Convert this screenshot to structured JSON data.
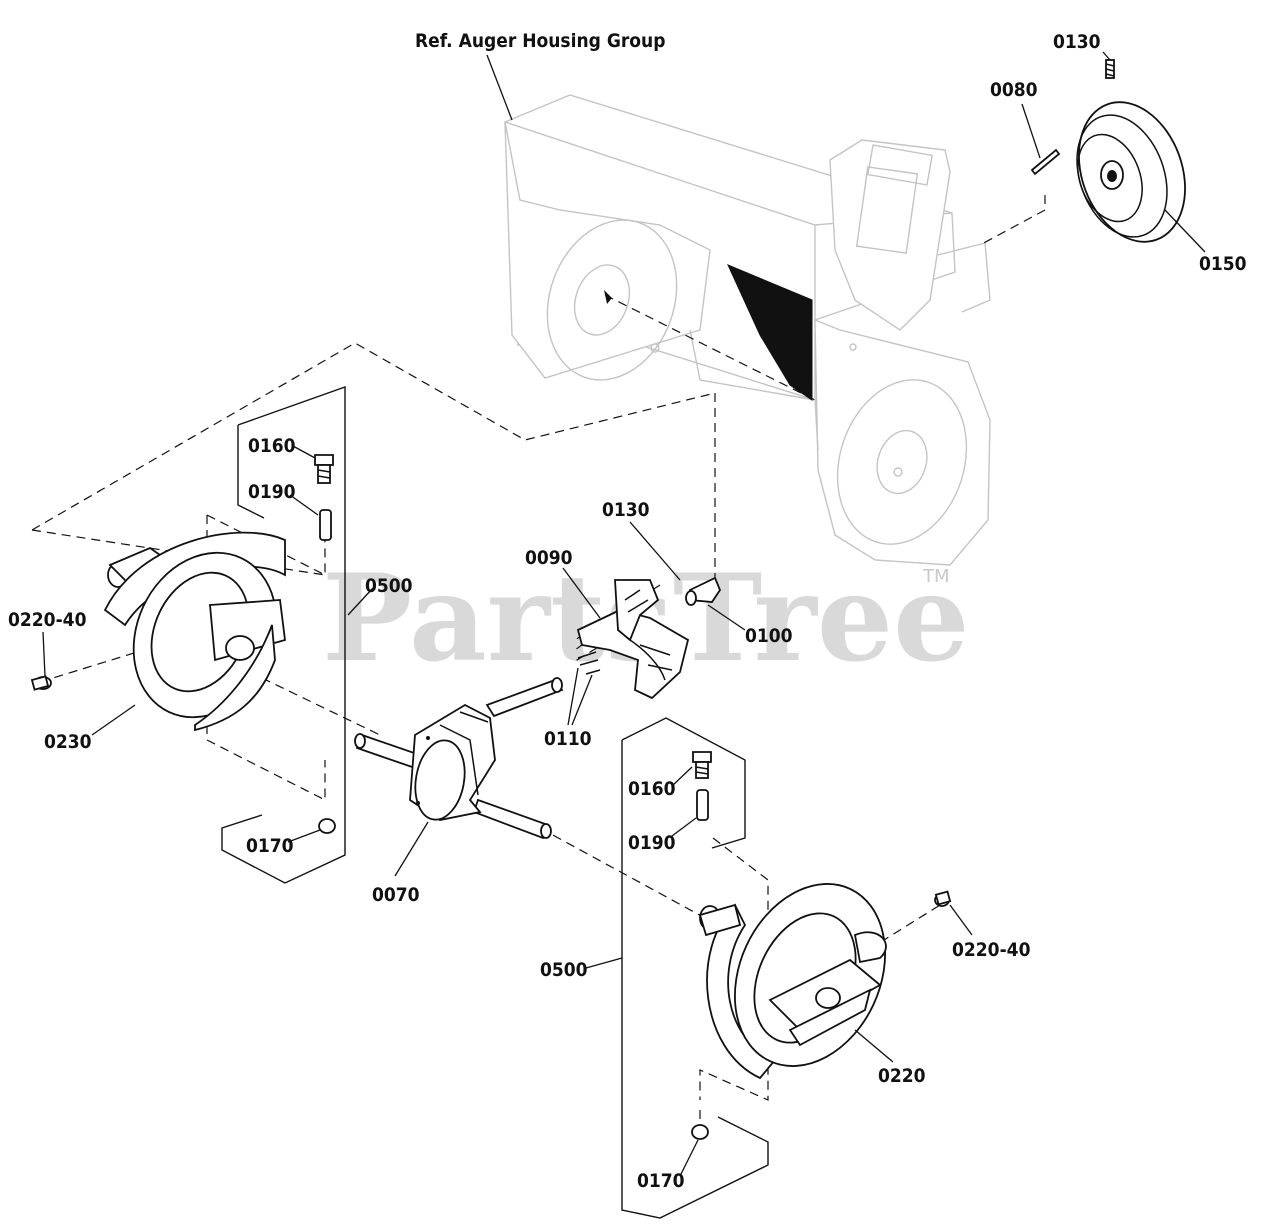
{
  "reference_label": "Ref. Auger Housing Group",
  "watermark": {
    "text": "PartsTree",
    "trademark": "TM"
  },
  "callouts": {
    "p0130_top": "0130",
    "p0080": "0080",
    "p0150": "0150",
    "p0160_left": "0160",
    "p0190_left": "0190",
    "p0500_left": "0500",
    "p0220_40_left": "0220-40",
    "p0230": "0230",
    "p0170_left": "0170",
    "p0070": "0070",
    "p0090": "0090",
    "p0130_mid": "0130",
    "p0100": "0100",
    "p0110": "0110",
    "p0160_right": "0160",
    "p0190_right": "0190",
    "p0500_right": "0500",
    "p0220_40_right": "0220-40",
    "p0220": "0220",
    "p0170_right": "0170"
  }
}
